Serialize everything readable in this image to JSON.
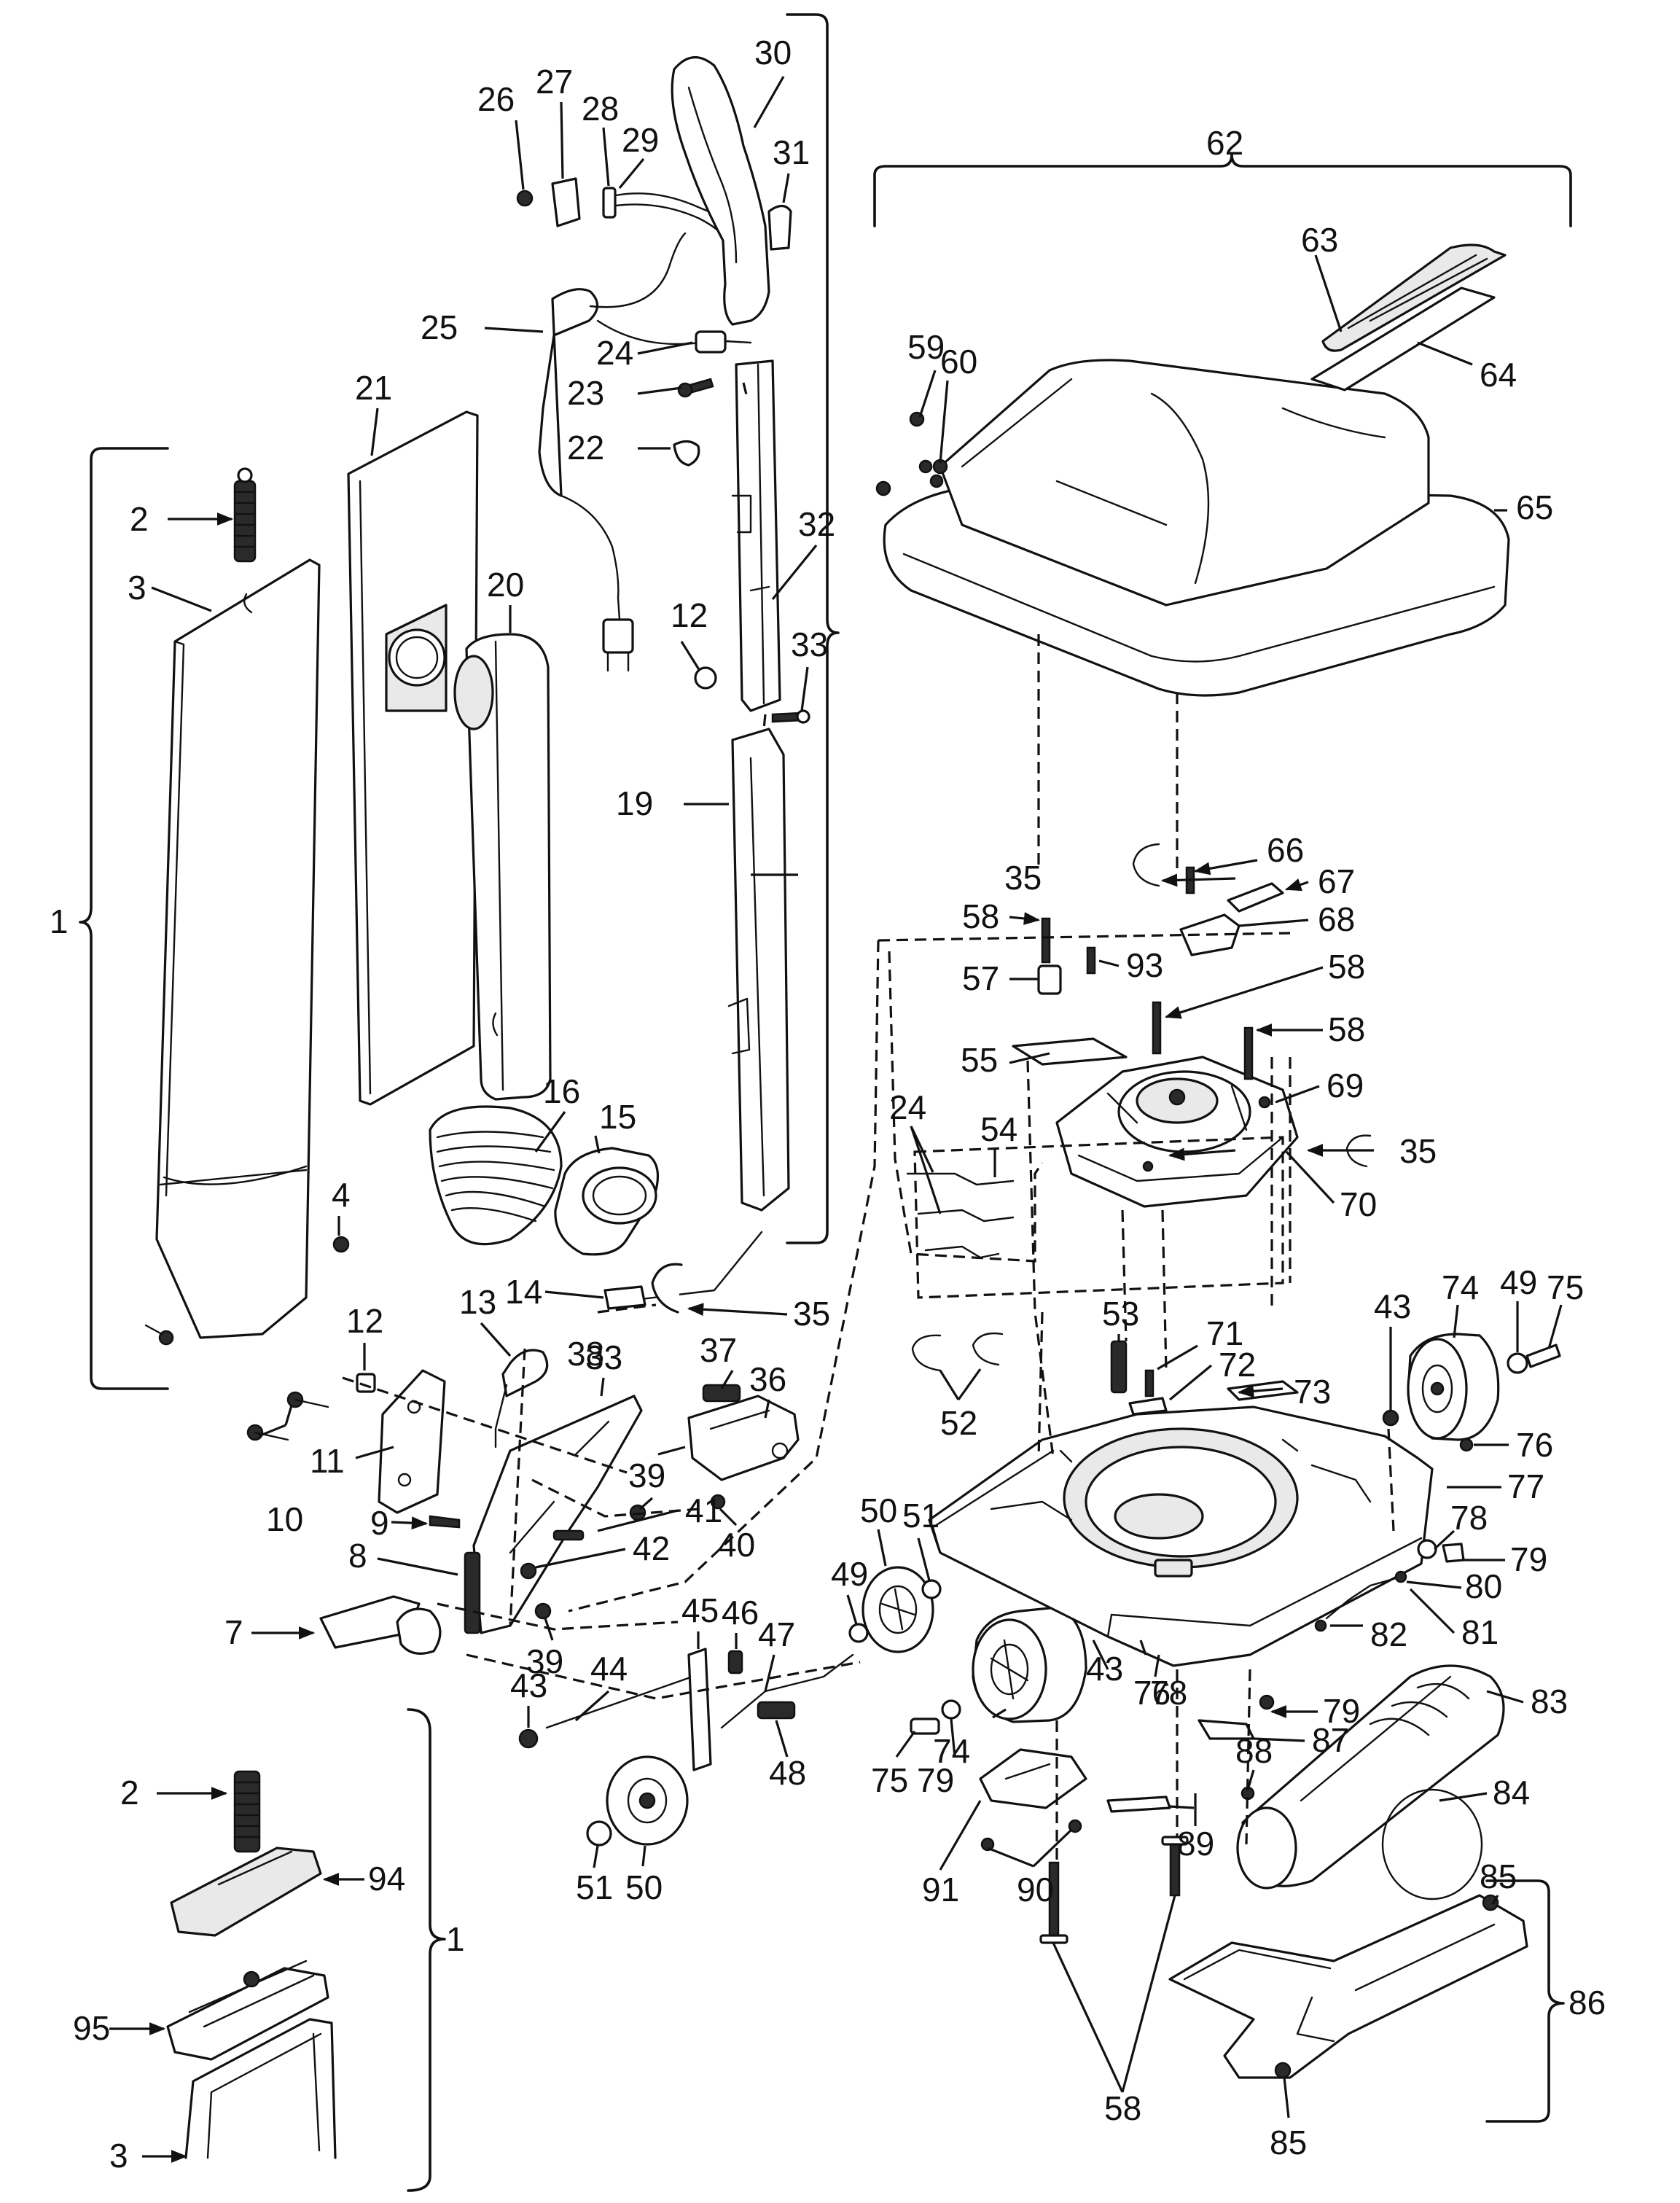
{
  "callouts": {
    "c1_upper": "1",
    "c1_lower": "1",
    "c2_upper": "2",
    "c2_lower": "2",
    "c3_upper": "3",
    "c3_lower": "3",
    "c4": "4",
    "c7": "7",
    "c8": "8",
    "c9": "9",
    "c10": "10",
    "c11": "11",
    "c12a": "12",
    "c12b": "12",
    "c13": "13",
    "c14": "14",
    "c15": "15",
    "c16": "16",
    "c19": "19",
    "c20": "20",
    "c21": "21",
    "c22": "22",
    "c23": "23",
    "c24a": "24",
    "c24b": "24",
    "c25": "25",
    "c26": "26",
    "c27": "27",
    "c28": "28",
    "c29": "29",
    "c30": "30",
    "c31": "31",
    "c32": "32",
    "c33a": "33",
    "c33b": "33",
    "c35a": "35",
    "c35b": "35",
    "c35c": "35",
    "c36": "36",
    "c37": "37",
    "c38": "38",
    "c39a": "39",
    "c39b": "39",
    "c40": "40",
    "c41": "41",
    "c42": "42",
    "c43a": "43",
    "c43b": "43",
    "c43c": "43",
    "c44": "44",
    "c45": "45",
    "c46": "46",
    "c47": "47",
    "c48": "48",
    "c49a": "49",
    "c49b": "49",
    "c50a": "50",
    "c50b": "50",
    "c51a": "51",
    "c51b": "51",
    "c52": "52",
    "c53": "53",
    "c54": "54",
    "c55": "55",
    "c57": "57",
    "c58a": "58",
    "c58b": "58",
    "c58c": "58",
    "c58d": "58",
    "c59": "59",
    "c60": "60",
    "c62": "62",
    "c63": "63",
    "c64": "64",
    "c65": "65",
    "c66": "66",
    "c67": "67",
    "c68": "68",
    "c69": "69",
    "c70": "70",
    "c71": "71",
    "c72": "72",
    "c73": "73",
    "c74a": "74",
    "c74b": "74",
    "c75a": "75",
    "c75b": "75",
    "c76a": "76",
    "c76b": "76",
    "c77": "77",
    "c78a": "78",
    "c78b": "78",
    "c79a": "79",
    "c79b": "79",
    "c79c": "79",
    "c80": "80",
    "c81": "81",
    "c82": "82",
    "c83": "83",
    "c84": "84",
    "c85a": "85",
    "c85b": "85",
    "c86": "86",
    "c87": "87",
    "c88": "88",
    "c89": "89",
    "c90": "90",
    "c91": "91",
    "c93": "93",
    "c94": "94",
    "c95": "95"
  }
}
